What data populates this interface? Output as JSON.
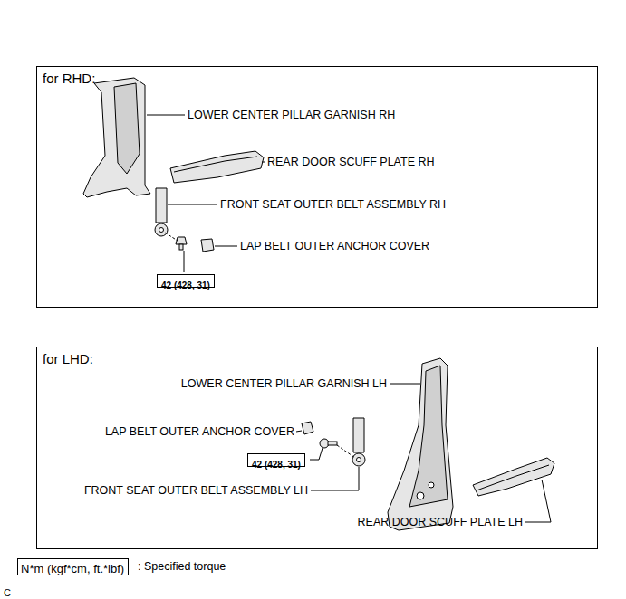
{
  "diagram": {
    "nodes": [
      {
        "text": [
          "for RHD:"
        ]
      },
      {
        "text": [
          "42 (428, 31)"
        ],
        "in": 0
      },
      {
        "text": [
          "for LHD:"
        ]
      },
      {
        "text": [
          "42 (428, 31)"
        ],
        "in": 2
      },
      {
        "text": [
          "N*m (kgf*cm, ft.*lbf)"
        ]
      }
    ],
    "labels": [
      "LOWER CENTER PILLAR GARNISH RH",
      "REAR DOOR SCUFF PLATE RH",
      "FRONT SEAT OUTER BELT ASSEMBLY RH",
      "LAP BELT OUTER ANCHOR COVER",
      "LOWER CENTER PILLAR GARNISH LH",
      "LAP BELT OUTER ANCHOR COVER",
      "FRONT SEAT OUTER BELT ASSEMBLY LH",
      "REAR DOOR SCUFF PLATE LH",
      ": Specified torque",
      "C"
    ]
  }
}
